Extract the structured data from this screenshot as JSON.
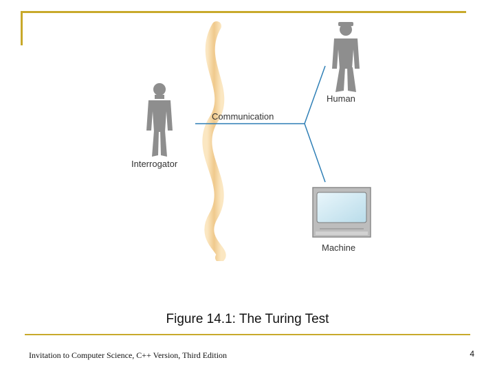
{
  "diagram": {
    "labels": {
      "interrogator": "Interrogator",
      "human": "Human",
      "communication": "Communication",
      "machine": "Machine"
    },
    "colors": {
      "figure": "#8e8e8e",
      "wall": "#f0c98c",
      "line": "#2f7fb6",
      "monitor_frame": "#bdbdbd",
      "screen": "#cfe7f2"
    }
  },
  "caption": "Figure 14.1: The Turing Test",
  "footer": {
    "source": "Invitation to Computer Science, C++ Version, Third Edition",
    "page_number": "4"
  },
  "theme": {
    "accent": "#c8a92a"
  }
}
